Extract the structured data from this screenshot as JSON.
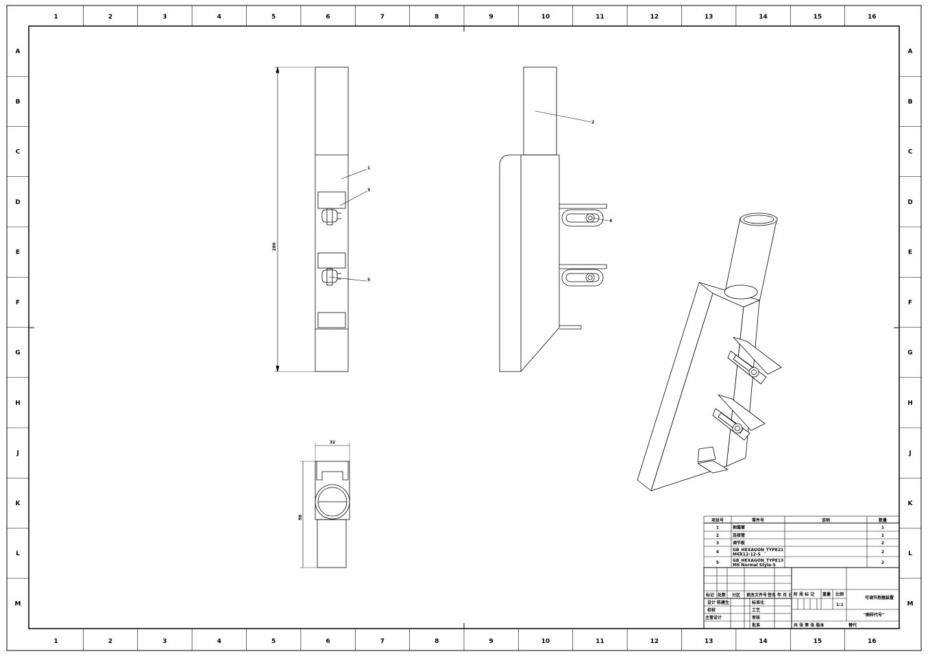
{
  "border": {
    "columns": [
      "1",
      "2",
      "3",
      "4",
      "5",
      "6",
      "7",
      "8",
      "9",
      "10",
      "11",
      "12",
      "13",
      "14",
      "15",
      "16"
    ],
    "rows": [
      "A",
      "B",
      "C",
      "D",
      "E",
      "F",
      "G",
      "H",
      "J",
      "K",
      "L",
      "M"
    ]
  },
  "views": {
    "front": {
      "height_dim": "280",
      "balloons": [
        "1",
        "3",
        "5"
      ]
    },
    "side": {
      "balloons": [
        "2",
        "4"
      ]
    },
    "top": {
      "width_dim": "32",
      "height_dim": "98"
    }
  },
  "bom": {
    "headers": [
      "项目号",
      "零件号",
      "说明",
      "数量"
    ],
    "rows": [
      {
        "item": "1",
        "part": "抱箍管",
        "desc": "",
        "qty": "1"
      },
      {
        "item": "2",
        "part": "连接管",
        "desc": "",
        "qty": "1"
      },
      {
        "item": "3",
        "part": "调节板",
        "desc": "",
        "qty": "2"
      },
      {
        "item": "4",
        "part": "GB_HEXAGON_TYPE21 M6X12-12-S",
        "desc": "",
        "qty": "2"
      },
      {
        "item": "5",
        "part": "GB_HEXAGON_TYPE13 M6 Normal Style-S",
        "desc": "",
        "qty": "2"
      }
    ]
  },
  "title_block": {
    "revision_header": [
      "标记",
      "处数",
      "分区",
      "更改文件号",
      "签名",
      "年 月 日"
    ],
    "design": "设计",
    "designer": "陈建生",
    "standard": "标准化",
    "check": "校核",
    "process": "工艺",
    "manager": "主管设计",
    "review": "审核",
    "approve": "批准",
    "stage_labels": "阶 段 标 记",
    "weight": "重量",
    "scale_label": "比例",
    "scale": "1:1",
    "sheet_info": "共 张 第 张 版本",
    "replace": "替代",
    "title": "可调节抱箍装置",
    "drawing_no": "\"图样代号\""
  }
}
